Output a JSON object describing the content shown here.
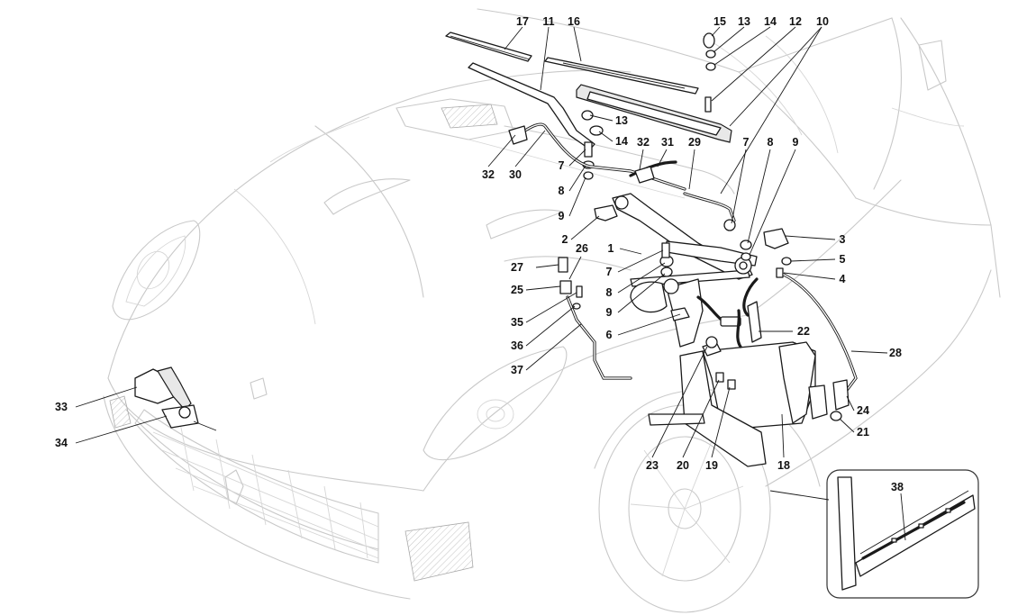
{
  "callouts": {
    "n1": "1",
    "n2": "2",
    "n3": "3",
    "n4": "4",
    "n5": "5",
    "n6": "6",
    "n7": "7",
    "n8": "8",
    "n9": "9",
    "n10": "10",
    "n11": "11",
    "n12": "12",
    "n13": "13",
    "n14": "14",
    "n15": "15",
    "n16": "16",
    "n17": "17",
    "n18": "18",
    "n19": "19",
    "n20": "20",
    "n21": "21",
    "n22": "22",
    "n23": "23",
    "n24": "24",
    "n25": "25",
    "n26": "26",
    "n27": "27",
    "n28": "28",
    "n29": "29",
    "n30": "30",
    "n31": "31",
    "n32": "32",
    "n33": "33",
    "n34": "34",
    "n35": "35",
    "n36": "36",
    "n37": "37",
    "n38": "38"
  },
  "colors": {
    "line_art": "#c9c9c9",
    "parts": "#1a1a1a",
    "background": "#ffffff"
  }
}
